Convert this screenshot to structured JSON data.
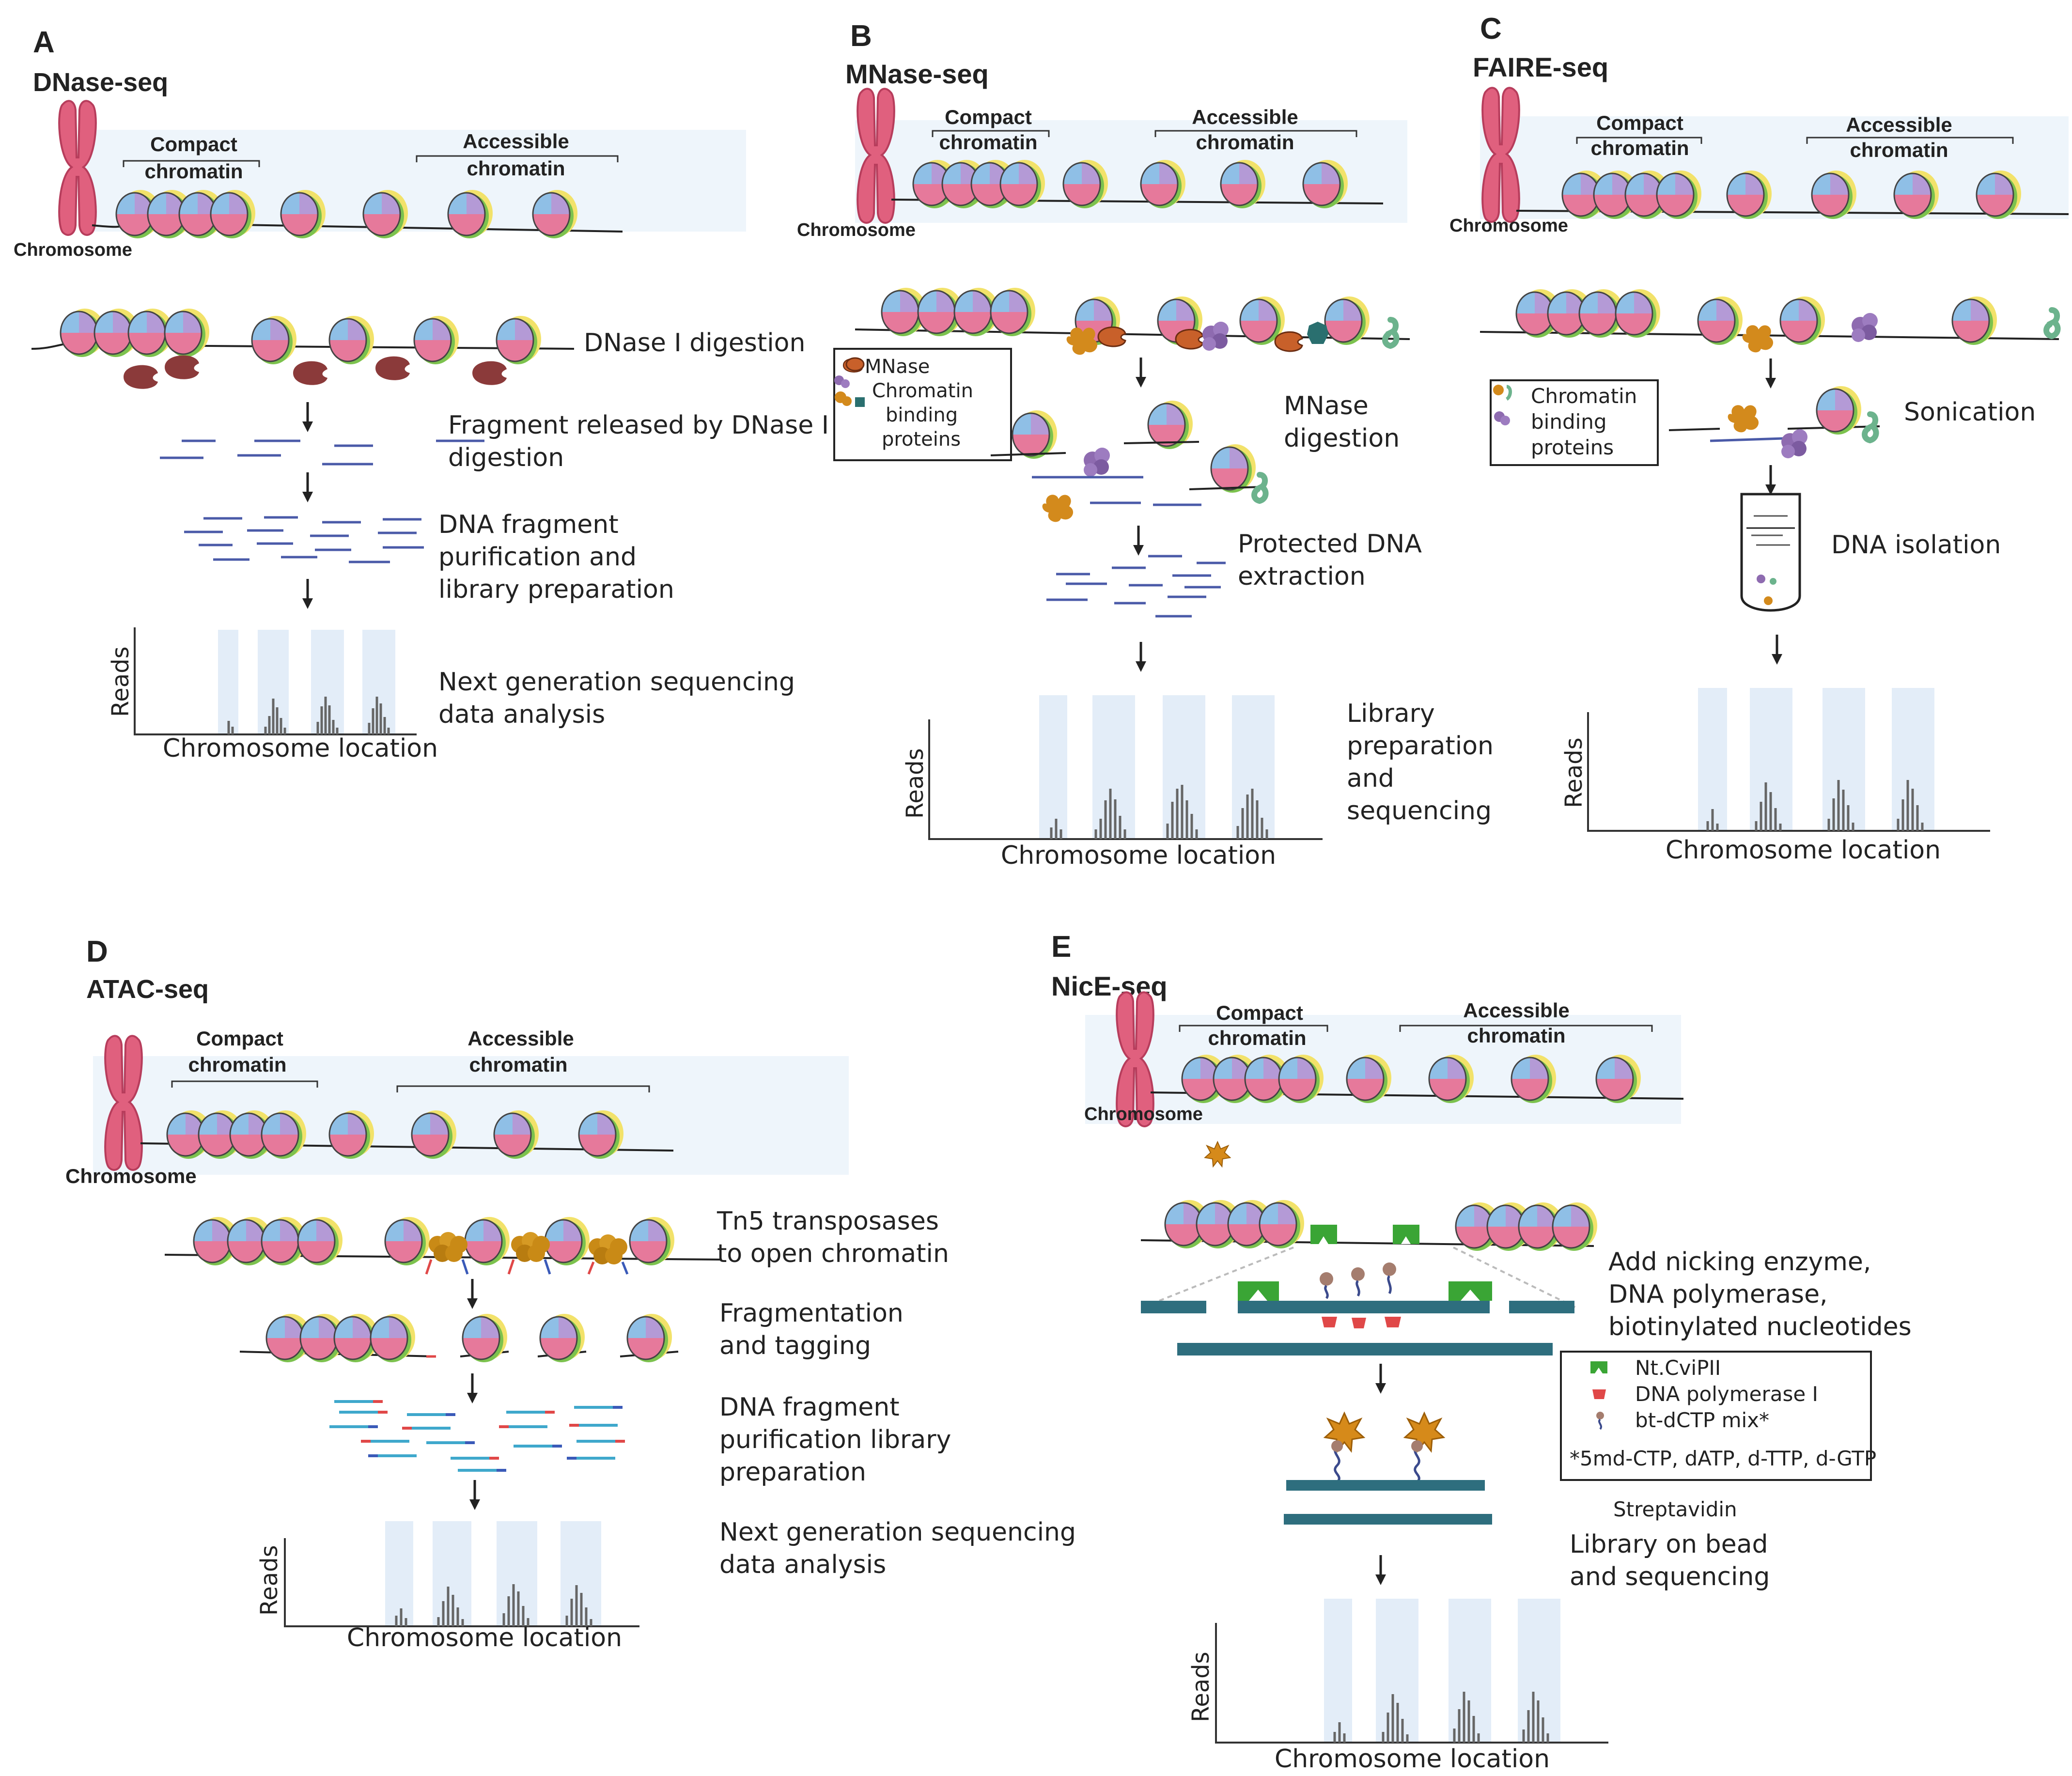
{
  "common": {
    "compact_line1": "Compact",
    "compact_line2": "chromatin",
    "accessible_line1": "Accessible",
    "accessible_line2": "chromatin",
    "chromosome": "Chromosome",
    "reads": "Reads",
    "chrom_location": "Chromosome location"
  },
  "panelA": {
    "letter": "A",
    "title": "DNase-seq",
    "step1": "DNase I digestion",
    "step2a": "Fragment released by DNase I",
    "step2b": "digestion",
    "step3a": "DNA fragment",
    "step3b": "purification and",
    "step3c": "library preparation",
    "step4a": "Next generation sequencing",
    "step4b": "data analysis"
  },
  "panelB": {
    "letter": "B",
    "title": "MNase-seq",
    "legend1": "MNase",
    "legend2": "Chromatin",
    "legend3": "binding",
    "legend4": "proteins",
    "step1a": "MNase",
    "step1b": "digestion",
    "step2a": "Protected DNA",
    "step2b": "extraction",
    "step3a": "Library",
    "step3b": "preparation",
    "step3c": "and",
    "step3d": "sequencing"
  },
  "panelC": {
    "letter": "C",
    "title": "FAIRE-seq",
    "legend1": "Chromatin",
    "legend2": "binding",
    "legend3": "proteins",
    "step1": "Sonication",
    "step2": "DNA isolation"
  },
  "panelD": {
    "letter": "D",
    "title": "ATAC-seq",
    "step1a": "Tn5 transposases",
    "step1b": "to open chromatin",
    "step2a": "Fragmentation",
    "step2b": "and tagging",
    "step3a": "DNA fragment",
    "step3b": "purification library",
    "step3c": "preparation",
    "step4a": "Next generation sequencing",
    "step4b": "data analysis"
  },
  "panelE": {
    "letter": "E",
    "title": "NicE-seq",
    "step1a": "Add nicking enzyme,",
    "step1b": "DNA polymerase,",
    "step1c": "biotinylated nucleotides",
    "legend1": "Nt.CviPII",
    "legend2": "DNA polymerase I",
    "legend3": "bt-dCTP mix*",
    "legend4": "*5md-CTP, dATP, d-TTP, d-GTP",
    "streptavidin": "Streptavidin",
    "step2a": "Library on bead",
    "step2b": "and sequencing"
  },
  "colors": {
    "chromatin_bg": "#eef5fb",
    "peak_bg": "#e3edf8",
    "chromosome": "#e0607e",
    "dnase": "#8b3a3a",
    "mnase": "#c8602a",
    "binding_purple": "#8e6bb0",
    "binding_orange": "#d38a1c",
    "binding_teal": "#2a6f6f",
    "binding_green": "#6cb38d",
    "tn5": "#c98a16",
    "fragment_blue": "#4a5aa8",
    "teal_bar": "#2e6e7e",
    "nick_green": "#3aa535"
  }
}
